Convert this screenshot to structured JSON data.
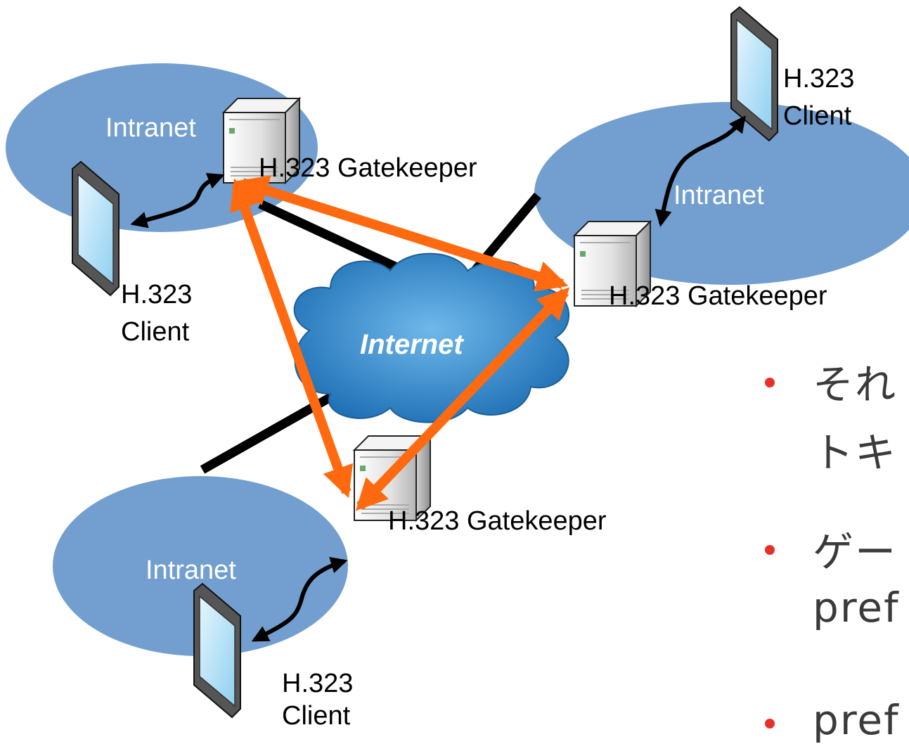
{
  "colors": {
    "intranet_fill": "#729fcf",
    "cloud_fill": "#3b8fd0",
    "orange_link": "#ff6a10",
    "black_link": "#000000",
    "bullet": "#e8302a"
  },
  "intranets": [
    {
      "id": "top-left",
      "label": "Intranet"
    },
    {
      "id": "top-right",
      "label": "Intranet"
    },
    {
      "id": "bottom-left",
      "label": "Intranet"
    }
  ],
  "internet": {
    "label": "Internet"
  },
  "gatekeepers": [
    {
      "id": "top-left",
      "label": "H.323 Gatekeeper"
    },
    {
      "id": "right",
      "label": "H.323 Gatekeeper"
    },
    {
      "id": "bottom",
      "label": "H.323 Gatekeeper"
    }
  ],
  "clients": [
    {
      "id": "top-left",
      "line1": "H.323",
      "line2": "Client"
    },
    {
      "id": "top-right",
      "line1": "H.323",
      "line2": "Client"
    },
    {
      "id": "bottom-left",
      "line1": "H.323",
      "line2": "Client"
    }
  ],
  "bullets": [
    {
      "line1": "それ",
      "line2": "トキ"
    },
    {
      "line1": "ゲー",
      "line2": "pref"
    },
    {
      "line1": "pref"
    }
  ]
}
